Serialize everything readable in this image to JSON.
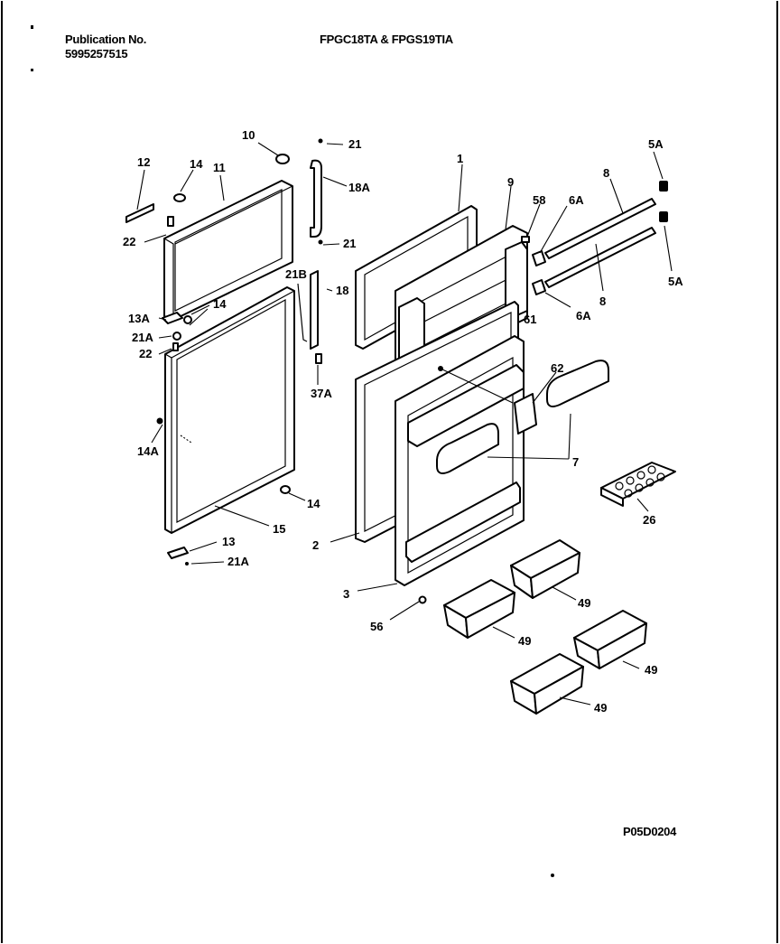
{
  "header": {
    "publication_label": "Publication No.",
    "publication_number": "5995257515",
    "models": "FPGC18TA & FPGS19TIA"
  },
  "footer": {
    "drawing_code": "P05D0204"
  },
  "callouts": {
    "c1": "1",
    "c2": "2",
    "c3": "3",
    "c5a_top": "5A",
    "c5a_bottom": "5A",
    "c6a_top": "6A",
    "c6a_bottom": "6A",
    "c7": "7",
    "c8_top": "8",
    "c8_bottom": "8",
    "c9": "9",
    "c10": "10",
    "c11": "11",
    "c12": "12",
    "c13": "13",
    "c13a": "13A",
    "c14_top": "14",
    "c14_mid": "14",
    "c14_bottom": "14",
    "c14a": "14A",
    "c15": "15",
    "c18": "18",
    "c18a": "18A",
    "c21_top": "21",
    "c21_mid": "21",
    "c21a_mid": "21A",
    "c21a_bottom": "21A",
    "c21b": "21B",
    "c22_top": "22",
    "c22_mid": "22",
    "c26": "26",
    "c37a": "37A",
    "c49_a": "49",
    "c49_b": "49",
    "c49_c": "49",
    "c49_d": "49",
    "c56": "56",
    "c58": "58",
    "c61": "61",
    "c62": "62"
  }
}
